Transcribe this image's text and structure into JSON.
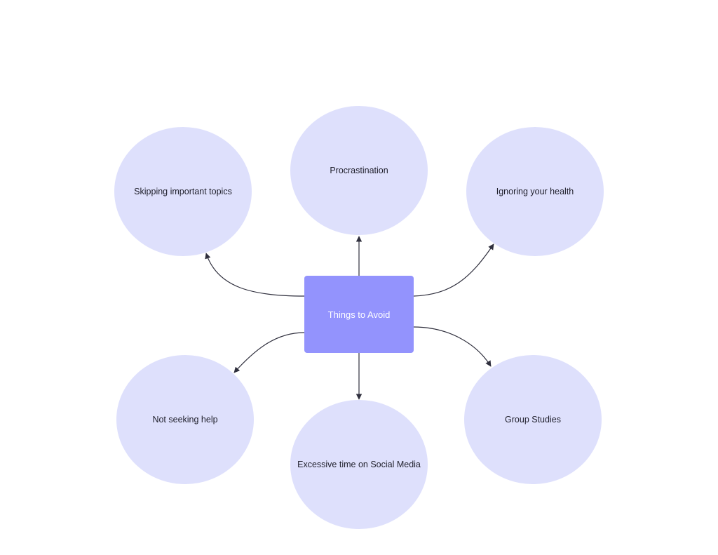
{
  "colors": {
    "bubble_fill": "#dee0fc",
    "center_fill": "#9393fd",
    "connector": "#2f2f3d",
    "center_text": "#ffffff",
    "bubble_text": "#1f1f2b"
  },
  "diagram": {
    "center": {
      "label": "Things to Avoid"
    },
    "nodes": [
      {
        "id": "procrastination",
        "label": "Procrastination"
      },
      {
        "id": "skipping",
        "label": "Skipping important topics"
      },
      {
        "id": "health",
        "label": "Ignoring your health"
      },
      {
        "id": "help",
        "label": "Not seeking help"
      },
      {
        "id": "social",
        "label": "Excessive time on Social Media"
      },
      {
        "id": "group",
        "label": "Group Studies"
      }
    ],
    "edges": [
      {
        "from": "center",
        "to": "procrastination"
      },
      {
        "from": "center",
        "to": "skipping"
      },
      {
        "from": "center",
        "to": "health"
      },
      {
        "from": "center",
        "to": "help"
      },
      {
        "from": "center",
        "to": "social"
      },
      {
        "from": "center",
        "to": "group"
      }
    ]
  }
}
